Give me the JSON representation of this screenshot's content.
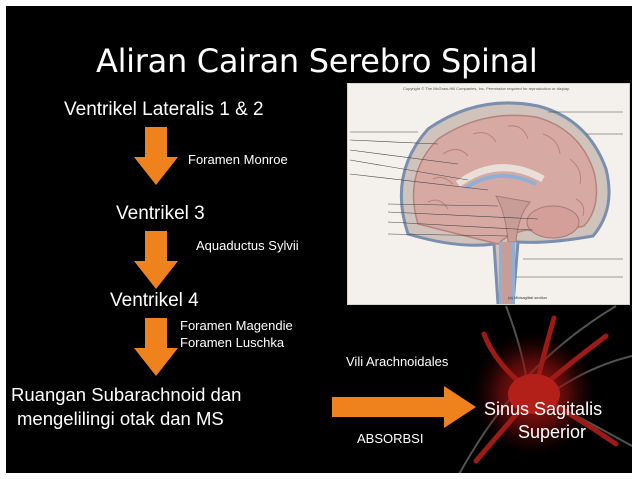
{
  "title": "Aliran Cairan Serebro Spinal",
  "steps": [
    {
      "label": "Ventrikel Lateralis 1 & 2"
    },
    {
      "label": "Ventrikel 3"
    },
    {
      "label": "Ventrikel 4"
    }
  ],
  "connectors": [
    {
      "label": "Foramen Monroe"
    },
    {
      "label": "Aquaductus Sylvii"
    },
    {
      "label_line1": "Foramen Magendie",
      "label_line2": "Foramen Luschka"
    }
  ],
  "final_step": {
    "line1": "Ruangan Subarachnoid dan",
    "line2": "mengelilingi otak  dan  MS"
  },
  "horizontal_arrow": {
    "label_top": "Vili Arachnoidales",
    "label_bottom": "ABSORBSI"
  },
  "destination": {
    "line1": "Sinus Sagitalis",
    "line2": "Superior"
  },
  "colors": {
    "background": "#000000",
    "text": "#ffffff",
    "arrow": "#f0821e",
    "destination_text": "#ffffff"
  },
  "figure": {
    "caption_top": "Copyright © The McGraw-Hill Companies, Inc. Permission required for reproduction or display.",
    "caption_bottom": "(a) Midsagittal section"
  },
  "icons": [
    "arrow-down-icon",
    "arrow-right-icon",
    "neuron-graphic"
  ]
}
